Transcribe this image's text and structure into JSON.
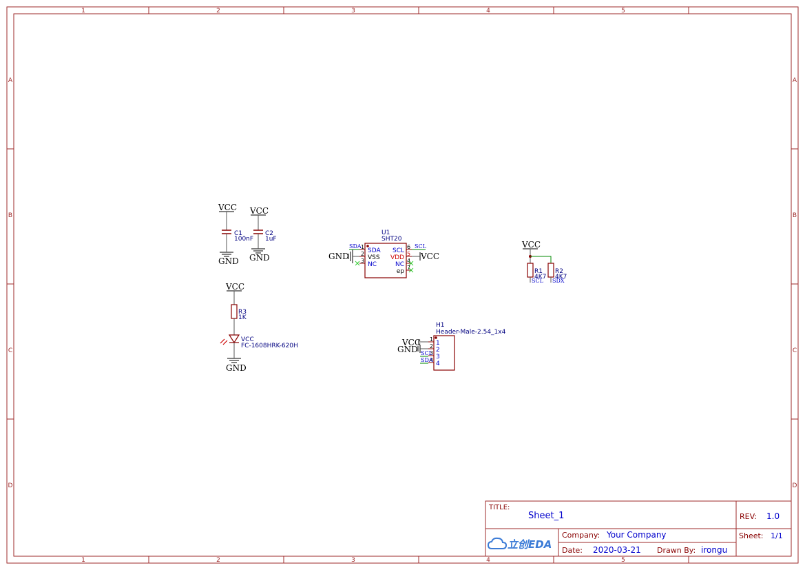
{
  "frame": {
    "columns": [
      "1",
      "2",
      "3",
      "4",
      "5"
    ],
    "rows": [
      "A",
      "B",
      "C",
      "D"
    ]
  },
  "title_block": {
    "title_label": "TITLE:",
    "title_value": "Sheet_1",
    "rev_label": "REV:",
    "rev_value": "1.0",
    "company_label": "Company:",
    "company_value": "Your Company",
    "sheet_label": "Sheet:",
    "sheet_value": "1/1",
    "date_label": "Date:",
    "date_value": "2020-03-21",
    "drawn_label": "Drawn By:",
    "drawn_value": "irongu",
    "logo_text": "立创EDA"
  },
  "components": {
    "c1": {
      "ref": "C1",
      "value": "100nF",
      "power_top": "VCC",
      "power_bottom": "GND"
    },
    "c2": {
      "ref": "C2",
      "value": "1uF",
      "power_top": "VCC",
      "power_bottom": "GND"
    },
    "r3": {
      "ref": "R3",
      "value": "1K",
      "power_top": "VCC"
    },
    "led": {
      "ref": "VCC",
      "value": "FC-1608HRK-620H",
      "power_bottom": "GND"
    },
    "u1": {
      "ref": "U1",
      "value": "SHT20",
      "pin_labels": [
        "SDA",
        "VSS",
        "NC",
        "SCL",
        "VDD",
        "NC",
        "ep"
      ],
      "pin_numbers": [
        "1",
        "2",
        "3",
        "6",
        "5",
        "4",
        "7"
      ],
      "net_sda": "SDA",
      "net_scl": "SCL",
      "gnd": "GND",
      "vcc": "VCC"
    },
    "r1": {
      "ref": "R1",
      "value": "4K7",
      "net": "SCL"
    },
    "r2": {
      "ref": "R2",
      "value": "4K7",
      "net": "SDX"
    },
    "pullup_vcc": "VCC",
    "h1": {
      "ref": "H1",
      "value": "Header-Male-2.54_1x4",
      "pin_numbers": [
        "1",
        "2",
        "3",
        "4"
      ],
      "net_vcc": "VCC",
      "net_gnd": "GND",
      "net_scl": "SCL",
      "net_sda": "SDA"
    }
  },
  "colors": {
    "frame": "#9e2a2a",
    "body": "#880000",
    "pin_text": "#0000cc",
    "net_label": "#000080",
    "power_stroke": "#555555",
    "wire": "#008800",
    "noconnect": "#33cc33",
    "red_text": "#cc0000"
  }
}
